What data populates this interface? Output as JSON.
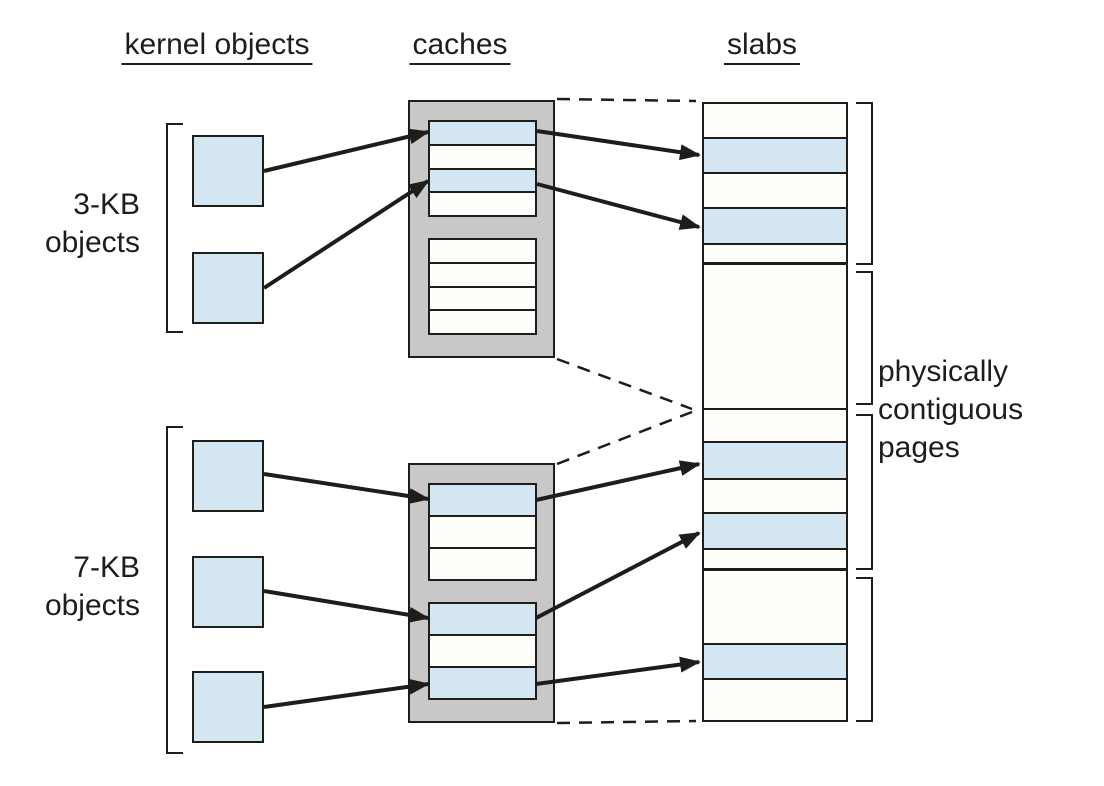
{
  "headers": {
    "kernel_objects": "kernel objects",
    "caches": "caches",
    "slabs": "slabs"
  },
  "labels": {
    "group_3kb": {
      "line1": "3-KB",
      "line2": "objects"
    },
    "group_7kb": {
      "line1": "7-KB",
      "line2": "objects"
    },
    "side_note": {
      "line1": "physically",
      "line2": "contiguous",
      "line3": "pages"
    }
  },
  "colors": {
    "allocated_fill": "#d3e6f1",
    "free_fill": "#fefefa",
    "cache_frame_fill": "#c8c8c8",
    "line": "#1d1d1b",
    "background": "#ffffff"
  },
  "kernel_objects": {
    "group_3kb_count": 2,
    "group_7kb_count": 3
  },
  "cache_3kb": {
    "slabs": [
      {
        "rows": [
          {
            "state": "allocated",
            "h": 26
          },
          {
            "state": "free",
            "h": 26
          },
          {
            "state": "allocated",
            "h": 26
          },
          {
            "state": "free",
            "h": 26
          }
        ]
      },
      {
        "rows": [
          {
            "state": "free",
            "h": 26
          },
          {
            "state": "free",
            "h": 26
          },
          {
            "state": "free",
            "h": 26
          },
          {
            "state": "free",
            "h": 26
          }
        ]
      }
    ]
  },
  "cache_7kb": {
    "slabs": [
      {
        "rows": [
          {
            "state": "allocated",
            "h": 34
          },
          {
            "state": "free",
            "h": 34
          },
          {
            "state": "free",
            "h": 34
          }
        ]
      },
      {
        "rows": [
          {
            "state": "allocated",
            "h": 34
          },
          {
            "state": "free",
            "h": 34
          },
          {
            "state": "allocated",
            "h": 34
          }
        ]
      }
    ]
  },
  "slab_memory": {
    "sections": [
      {
        "rows": [
          {
            "state": "free",
            "h": 37
          },
          {
            "state": "allocated",
            "h": 37
          },
          {
            "state": "free",
            "h": 38
          },
          {
            "state": "allocated",
            "h": 38
          },
          {
            "state": "free",
            "h": 21
          }
        ]
      },
      {
        "rows": [
          {
            "state": "free",
            "h": 147
          }
        ]
      },
      {
        "rows": [
          {
            "state": "free",
            "h": 35
          },
          {
            "state": "allocated",
            "h": 39
          },
          {
            "state": "free",
            "h": 37
          },
          {
            "state": "allocated",
            "h": 38
          },
          {
            "state": "free",
            "h": 22
          }
        ]
      },
      {
        "rows": [
          {
            "state": "free",
            "h": 76
          },
          {
            "state": "allocated",
            "h": 37
          },
          {
            "state": "free",
            "h": 44
          }
        ]
      }
    ]
  },
  "connections": {
    "object_to_cache": [
      "3-KB object 1 -> 3-KB cache row 1",
      "3-KB object 2 -> 3-KB cache row 3",
      "7-KB object 1 -> 7-KB cache slab A row 1",
      "7-KB object 2 -> 7-KB cache slab B row 1",
      "7-KB object 3 -> 7-KB cache slab B row 3"
    ],
    "cache_to_slab": [
      "3-KB cache row 1 -> slab section 1 blue row 1",
      "3-KB cache row 3 -> slab section 1 blue row 2",
      "7-KB cache slab A row 1 -> slab section 3 blue row 1",
      "7-KB cache slab B row 1 -> slab section 3 blue row 2",
      "7-KB cache slab B row 3 -> slab section 4 blue row"
    ]
  }
}
